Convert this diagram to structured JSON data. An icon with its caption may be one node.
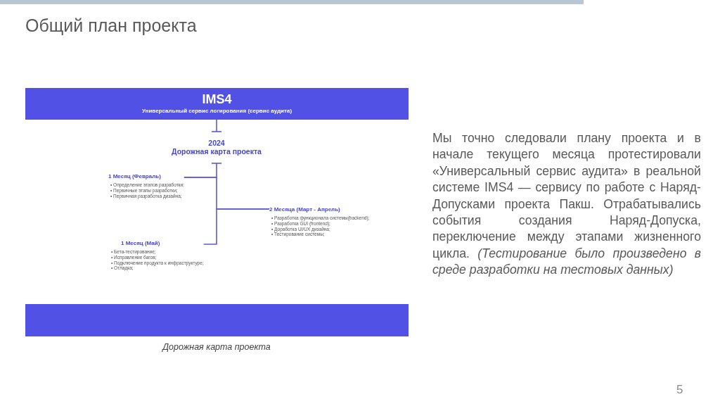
{
  "diagram": {
    "title": "Общий план проекта",
    "caption": "Дорожная карта проекта",
    "nodes": [
      {
        "text": [
          "IMS4",
          "Универсальный сервис логирования (сервис аудита)"
        ]
      },
      {
        "text": [
          "2024",
          "Дорожная карта проекта"
        ]
      },
      {
        "text": [
          "1 Месяц (Февраль)",
          "• Определение этапов разработки;",
          "• Первичные этапы разработки;",
          "• Первичная разработка дизайна;"
        ]
      },
      {
        "text": [
          "2 Месяца (Март - Апрель)",
          "• Разработка функционала системы(backend);",
          "• Разработка GUI (frontend);",
          "• Доработка UI/UX дизайна;",
          "• Тестирование системы;"
        ]
      },
      {
        "text": [
          "1 Месяц (Май)",
          "• Бета-тестирование;",
          "• Исправление багов;",
          "• Подключение продукта к инфраструктуре;",
          "• Отладка;"
        ]
      },
      {
        "text": [],
        "shape": "box"
      }
    ],
    "edges": [
      {
        "from": 0,
        "to": 1,
        "arrow": "other"
      },
      {
        "from": 1,
        "to": 2,
        "arrow": "other"
      },
      {
        "from": 2,
        "to": 3,
        "arrow": "none"
      },
      {
        "from": 3,
        "to": 4,
        "arrow": "none"
      }
    ],
    "labels": [
      "Мы точно следовали плану проекта и в начале текущего месяца протестировали «Универсальный сервис аудита» в реальной системе IMS4 — сервису по работе с Наряд-Допусками проекта Пакш. Отрабатывались события создания Наряд-Допуска, переключение между этапами жизненного цикла. *(Тестирование было произведено в среде разработки на тестовых данных)*",
      "5"
    ]
  }
}
